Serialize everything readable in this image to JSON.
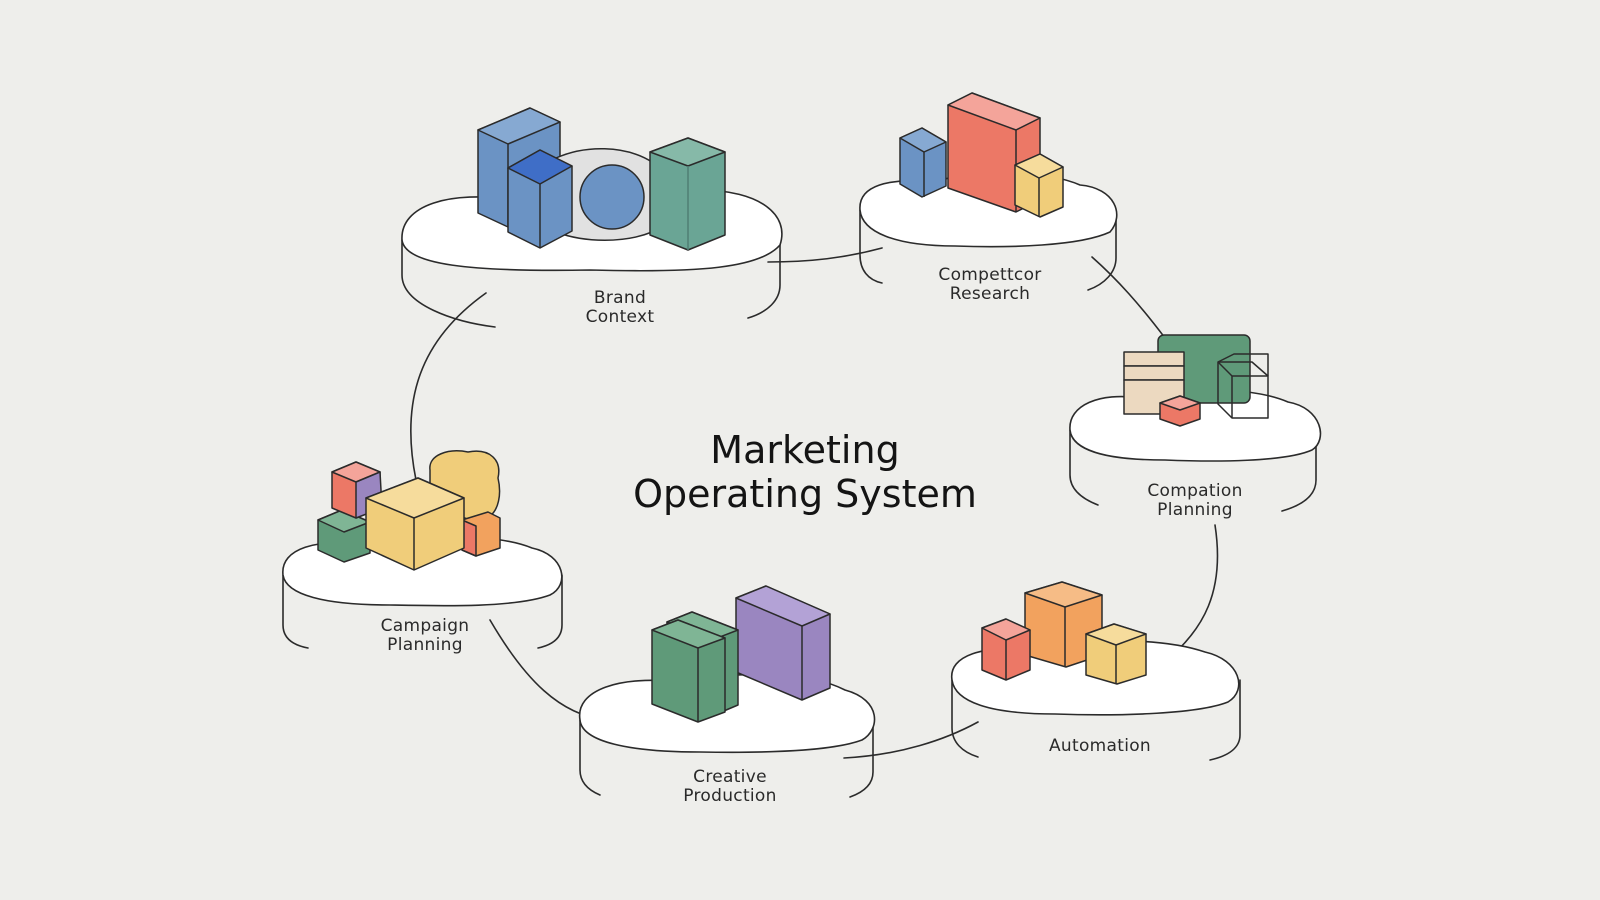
{
  "title": "Marketing\nOperating System",
  "nodes": [
    {
      "id": "brand-context",
      "label": "Brand\nContext"
    },
    {
      "id": "competitor-research",
      "label": "Compettcor\nResearch"
    },
    {
      "id": "compaign-planning",
      "label": "Compation\nPlanning"
    },
    {
      "id": "automation",
      "label": "Automation"
    },
    {
      "id": "creative-production",
      "label": "Creative\nProduction"
    },
    {
      "id": "campaign-planning",
      "label": "Campaign\nPlanning"
    }
  ],
  "colors": {
    "background": "#eeeeeb",
    "stroke": "#2b2b2b",
    "blue": "#6b93c4",
    "green": "#5f9a79",
    "teal": "#6aa595",
    "coral": "#ec7866",
    "yellow": "#f0cd7a",
    "orange": "#f2a25e",
    "purple": "#9a86c0",
    "beige": "#ecd9c0"
  }
}
